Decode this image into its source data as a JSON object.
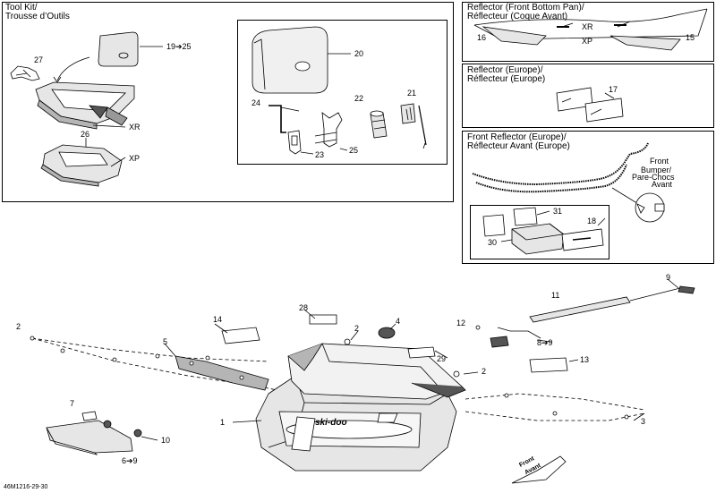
{
  "tool_kit": {
    "title_en": "Tool Kit/",
    "title_fr": "Trousse d’Outils",
    "arrow_ref": "19➔25",
    "parts": [
      "20",
      "21",
      "22",
      "23",
      "24",
      "25",
      "26",
      "27"
    ],
    "variants": [
      "XR",
      "XP"
    ]
  },
  "front_bottom_pan": {
    "title_en": "Reflector (Front Bottom Pan)/",
    "title_fr": "Réflecteur (Coque Avant)",
    "parts": [
      "15",
      "16"
    ],
    "variants": [
      "XR",
      "XP"
    ]
  },
  "europe_reflector": {
    "title_en": "Reflector (Europe)/",
    "title_fr": "Réflecteur (Europe)",
    "parts": [
      "17"
    ]
  },
  "front_reflector": {
    "title_en": "Front Reflector (Europe)/",
    "title_fr": "Réflecteur Avant (Europe)",
    "bumper_label": [
      "Front",
      "Bumper/",
      "Pare-Chocs",
      "Avant"
    ],
    "parts": [
      "18",
      "30",
      "31"
    ]
  },
  "main": {
    "parts": [
      "1",
      "2",
      "2",
      "2",
      "3",
      "4",
      "5",
      "7",
      "9",
      "10",
      "11",
      "12",
      "13",
      "14",
      "28",
      "29"
    ],
    "refs": [
      "8➔9",
      "6➔9"
    ],
    "front_label": [
      "Front",
      "Avant"
    ],
    "brand": "ski-doo"
  },
  "drawing_code": "46M1216-29-30",
  "colors": {
    "line": "#000000",
    "fill_light": "#e6e6e6",
    "fill_mid": "#b5b5b5",
    "fill_dark": "#555555",
    "background": "#ffffff"
  }
}
